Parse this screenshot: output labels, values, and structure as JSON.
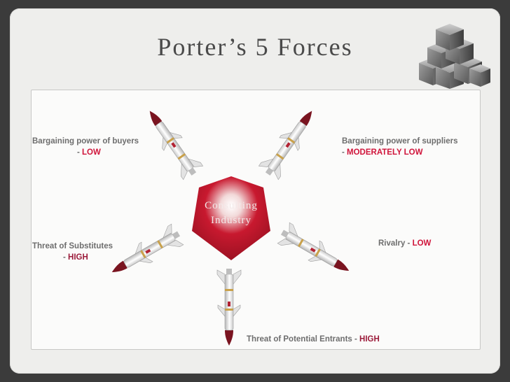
{
  "slide": {
    "title": "Porter’s 5 Forces"
  },
  "center": {
    "line1": "Consulting",
    "line2": "Industry"
  },
  "forces": {
    "buyers": {
      "text": "Bargaining power of buyers",
      "dash": "- ",
      "level": "LOW"
    },
    "suppliers": {
      "text": "Bargaining power of suppliers",
      "dash": "- ",
      "level": "MODERATELY LOW"
    },
    "substitutes": {
      "text": "Threat of Substitutes",
      "dash": "- ",
      "level": "HIGH"
    },
    "rivalry": {
      "text": "Rivalry - ",
      "level": "LOW"
    },
    "entrants": {
      "text": "Threat of Potential Entrants - ",
      "level": "HIGH"
    }
  },
  "colors": {
    "low": "#d0153b",
    "high": "#9b1b3a",
    "pentagon": "#b01227"
  },
  "icons": {
    "cubes": "stacked-cubes-icon",
    "missile": "missile-icon"
  }
}
